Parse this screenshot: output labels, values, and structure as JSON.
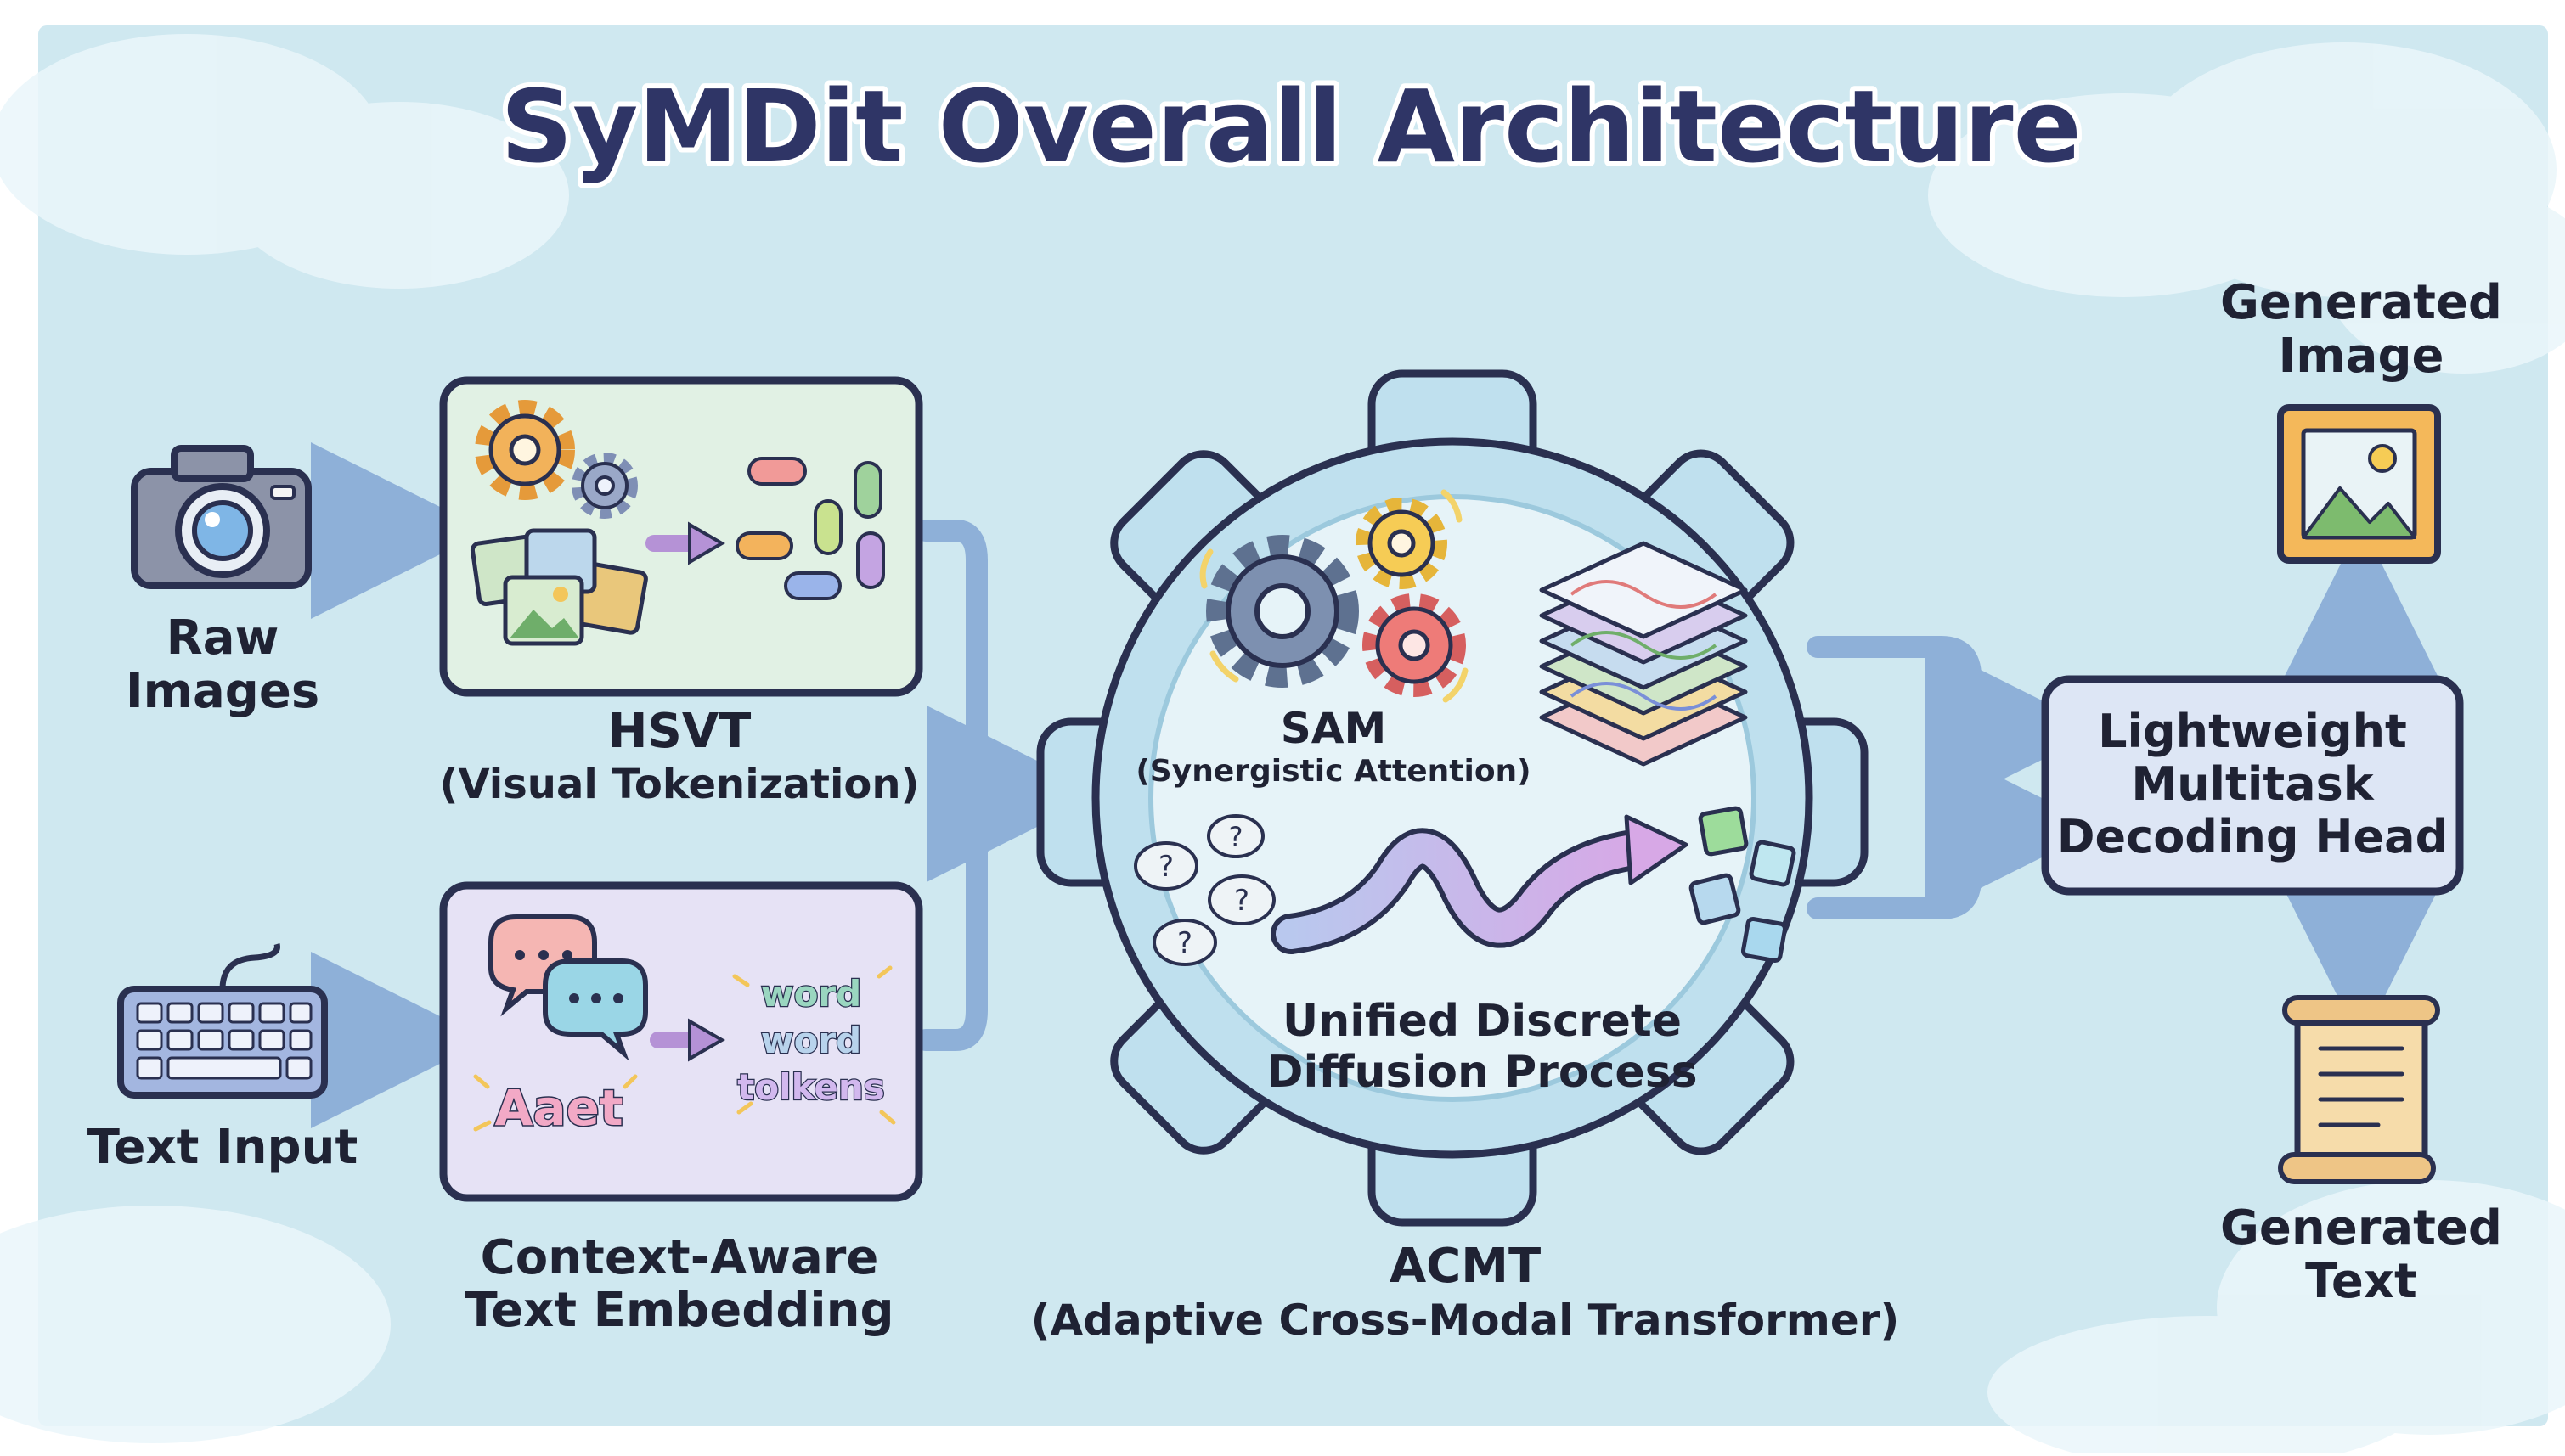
{
  "colors": {
    "background": "#cfe8f0",
    "title": "#2f3566",
    "arrow": "#8eb0d8",
    "outline": "#2a3050",
    "hsvt_panel": "#e1f1e4",
    "text_panel": "#e6e2f5",
    "gear_body": "#bfe0ee",
    "gear_core": "#e6f3f8",
    "decoding_head": "#dde6f5"
  },
  "title": "SyMDit Overall Architecture",
  "inputs": {
    "raw_images": {
      "line1": "Raw",
      "line2": "Images",
      "icon": "camera-icon"
    },
    "text_input": {
      "label": "Text Input",
      "icon": "keyboard-icon"
    }
  },
  "hsvt": {
    "name": "HSVT",
    "subtitle": "(Visual Tokenization)"
  },
  "text_embedding": {
    "line1": "Context-Aware",
    "line2": "Text Embedding",
    "bubble_word": "Aaet",
    "tokens": [
      "word",
      "word",
      "tolkens"
    ]
  },
  "acmt": {
    "name": "ACMT",
    "subtitle": "(Adaptive Cross-Modal Transformer)",
    "sam": {
      "name": "SAM",
      "subtitle": "(Synergistic Attention)"
    },
    "diffusion": {
      "line1": "Unified Discrete",
      "line2": "Diffusion Process"
    },
    "noise_glyph": "?"
  },
  "decoder": {
    "line1": "Lightweight",
    "line2": "Multitask",
    "line3": "Decoding Head"
  },
  "outputs": {
    "image": {
      "line1": "Generated",
      "line2": "Image",
      "icon": "picture-frame-icon"
    },
    "text": {
      "line1": "Generated",
      "line2": "Text",
      "icon": "scroll-icon"
    }
  }
}
